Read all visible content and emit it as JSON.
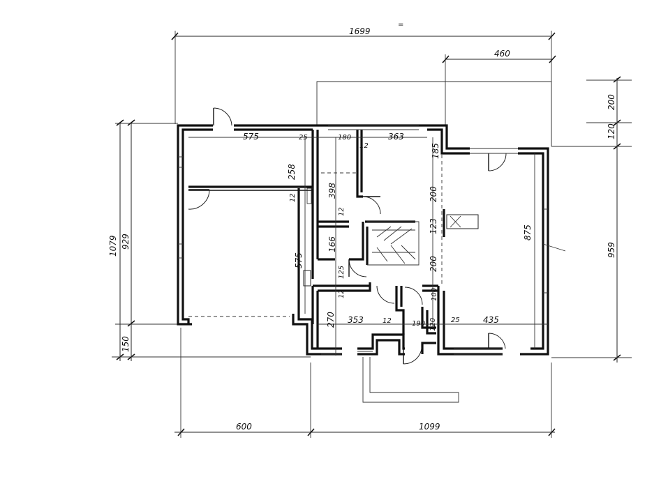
{
  "dimensions": {
    "overall_width": "1699",
    "right_offset": "460",
    "left_bottom": "600",
    "right_bottom": "1099",
    "left_height_outer": "1079",
    "left_height_inner": "929",
    "left_bottom_segment": "150",
    "right_height": "959",
    "right_top_a": "200",
    "right_top_b": "120"
  },
  "room_labels": {
    "garage_width": "575",
    "garage_depth": "575",
    "wall_25_top": "25",
    "hall_width": "180",
    "wall_12_top": "12",
    "kitchen_width": "363",
    "living_185": "185",
    "corridor_258": "258",
    "wall_12_left": "12",
    "stair_398": "398",
    "wall_12_mid": "12",
    "bath_166": "166",
    "wc_125": "125",
    "wall_12_low": "12",
    "stair_200_a": "200",
    "stair_123": "123",
    "stair_200_b": "200",
    "living_875": "875",
    "wall_100": "100",
    "room_270": "270",
    "room_353": "353",
    "wall_12_bottom": "12",
    "entry_190": "190",
    "wall_120": "120",
    "wall_25_bottom": "25",
    "room_435": "435",
    "top_mark": "="
  }
}
